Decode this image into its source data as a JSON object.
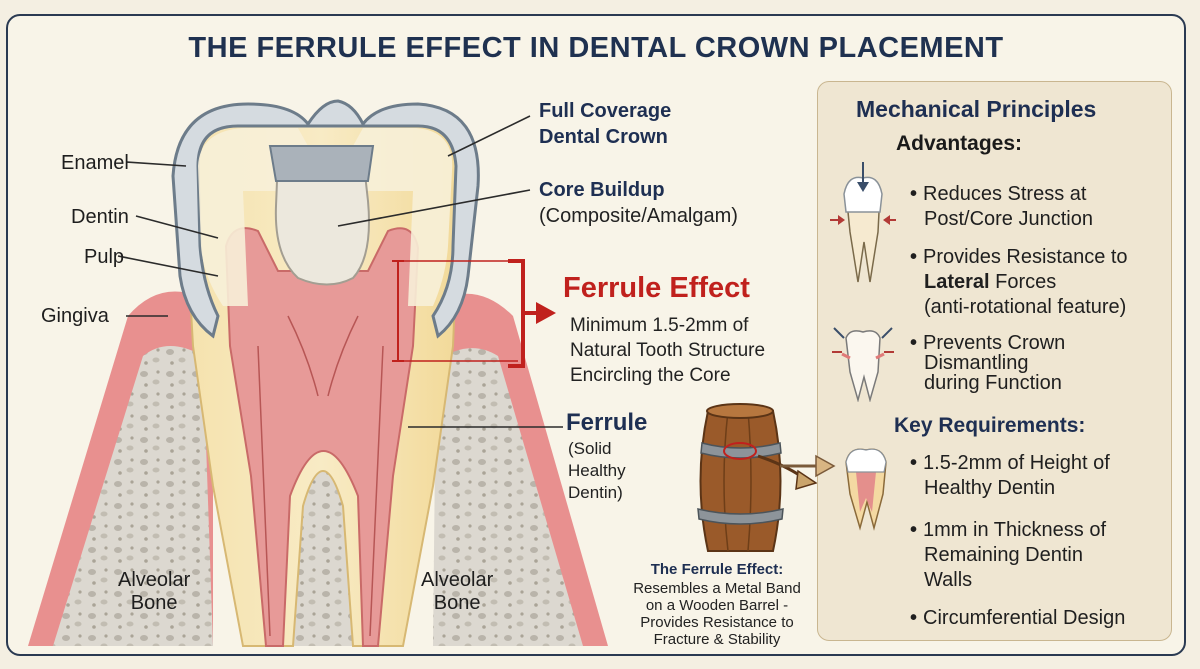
{
  "title": "THE FERRULE EFFECT IN DENTAL CROWN PLACEMENT",
  "left_labels": {
    "enamel": "Enamel",
    "dentin": "Dentin",
    "pulp": "Pulp",
    "gingiva": "Gingiva",
    "alveolar_left": [
      "Alveolar",
      "Bone"
    ],
    "alveolar_right": [
      "Alveolar",
      "Bone"
    ]
  },
  "right_labels": {
    "crown": [
      "Full Coverage",
      "Dental Crown"
    ],
    "core_title": "Core Buildup",
    "core_sub": "(Composite/Amalgam)",
    "ferrule_effect_title": "Ferrule Effect",
    "ferrule_effect_desc": [
      "Minimum 1.5-2mm of",
      "Natural Tooth Structure",
      "Encircling the Core"
    ],
    "ferrule_title": "Ferrule",
    "ferrule_sub": [
      "(Solid",
      "Healthy",
      "Dentin)"
    ]
  },
  "barrel": {
    "caption_title": "The Ferrule Effect:",
    "caption_lines": [
      "Resembles a Metal Band",
      "on a Wooden Barrel -",
      "Provides Resistance to",
      "Fracture & Stability"
    ]
  },
  "panel": {
    "title": "Mechanical Principles",
    "advantages_title": "Advantages:",
    "advantages": [
      [
        "Reduces Stress at",
        "Post/Core Junction"
      ],
      [
        "Provides Resistance to",
        "Lateral Forces",
        "(anti-rotational feature)"
      ],
      [
        "Prevents Crown",
        "Dismantling",
        "during Function"
      ]
    ],
    "lateral_word": "Lateral",
    "lateral_rest": " Forces",
    "requirements_title": "Key Requirements:",
    "requirements": [
      [
        "1.5-2mm of Height of",
        "Healthy Dentin"
      ],
      [
        "1mm in Thickness of",
        "Remaining Dentin",
        "Walls"
      ],
      [
        "Circumferential Design"
      ]
    ]
  },
  "colors": {
    "title": "#1f3150",
    "ferrule_red": "#c0211d",
    "gum": "#e58a8a",
    "dentin": "#f3dca0",
    "pulp": "#e59090",
    "bone": "#d9d6cf",
    "crown_metal": "#b9c0c6"
  }
}
